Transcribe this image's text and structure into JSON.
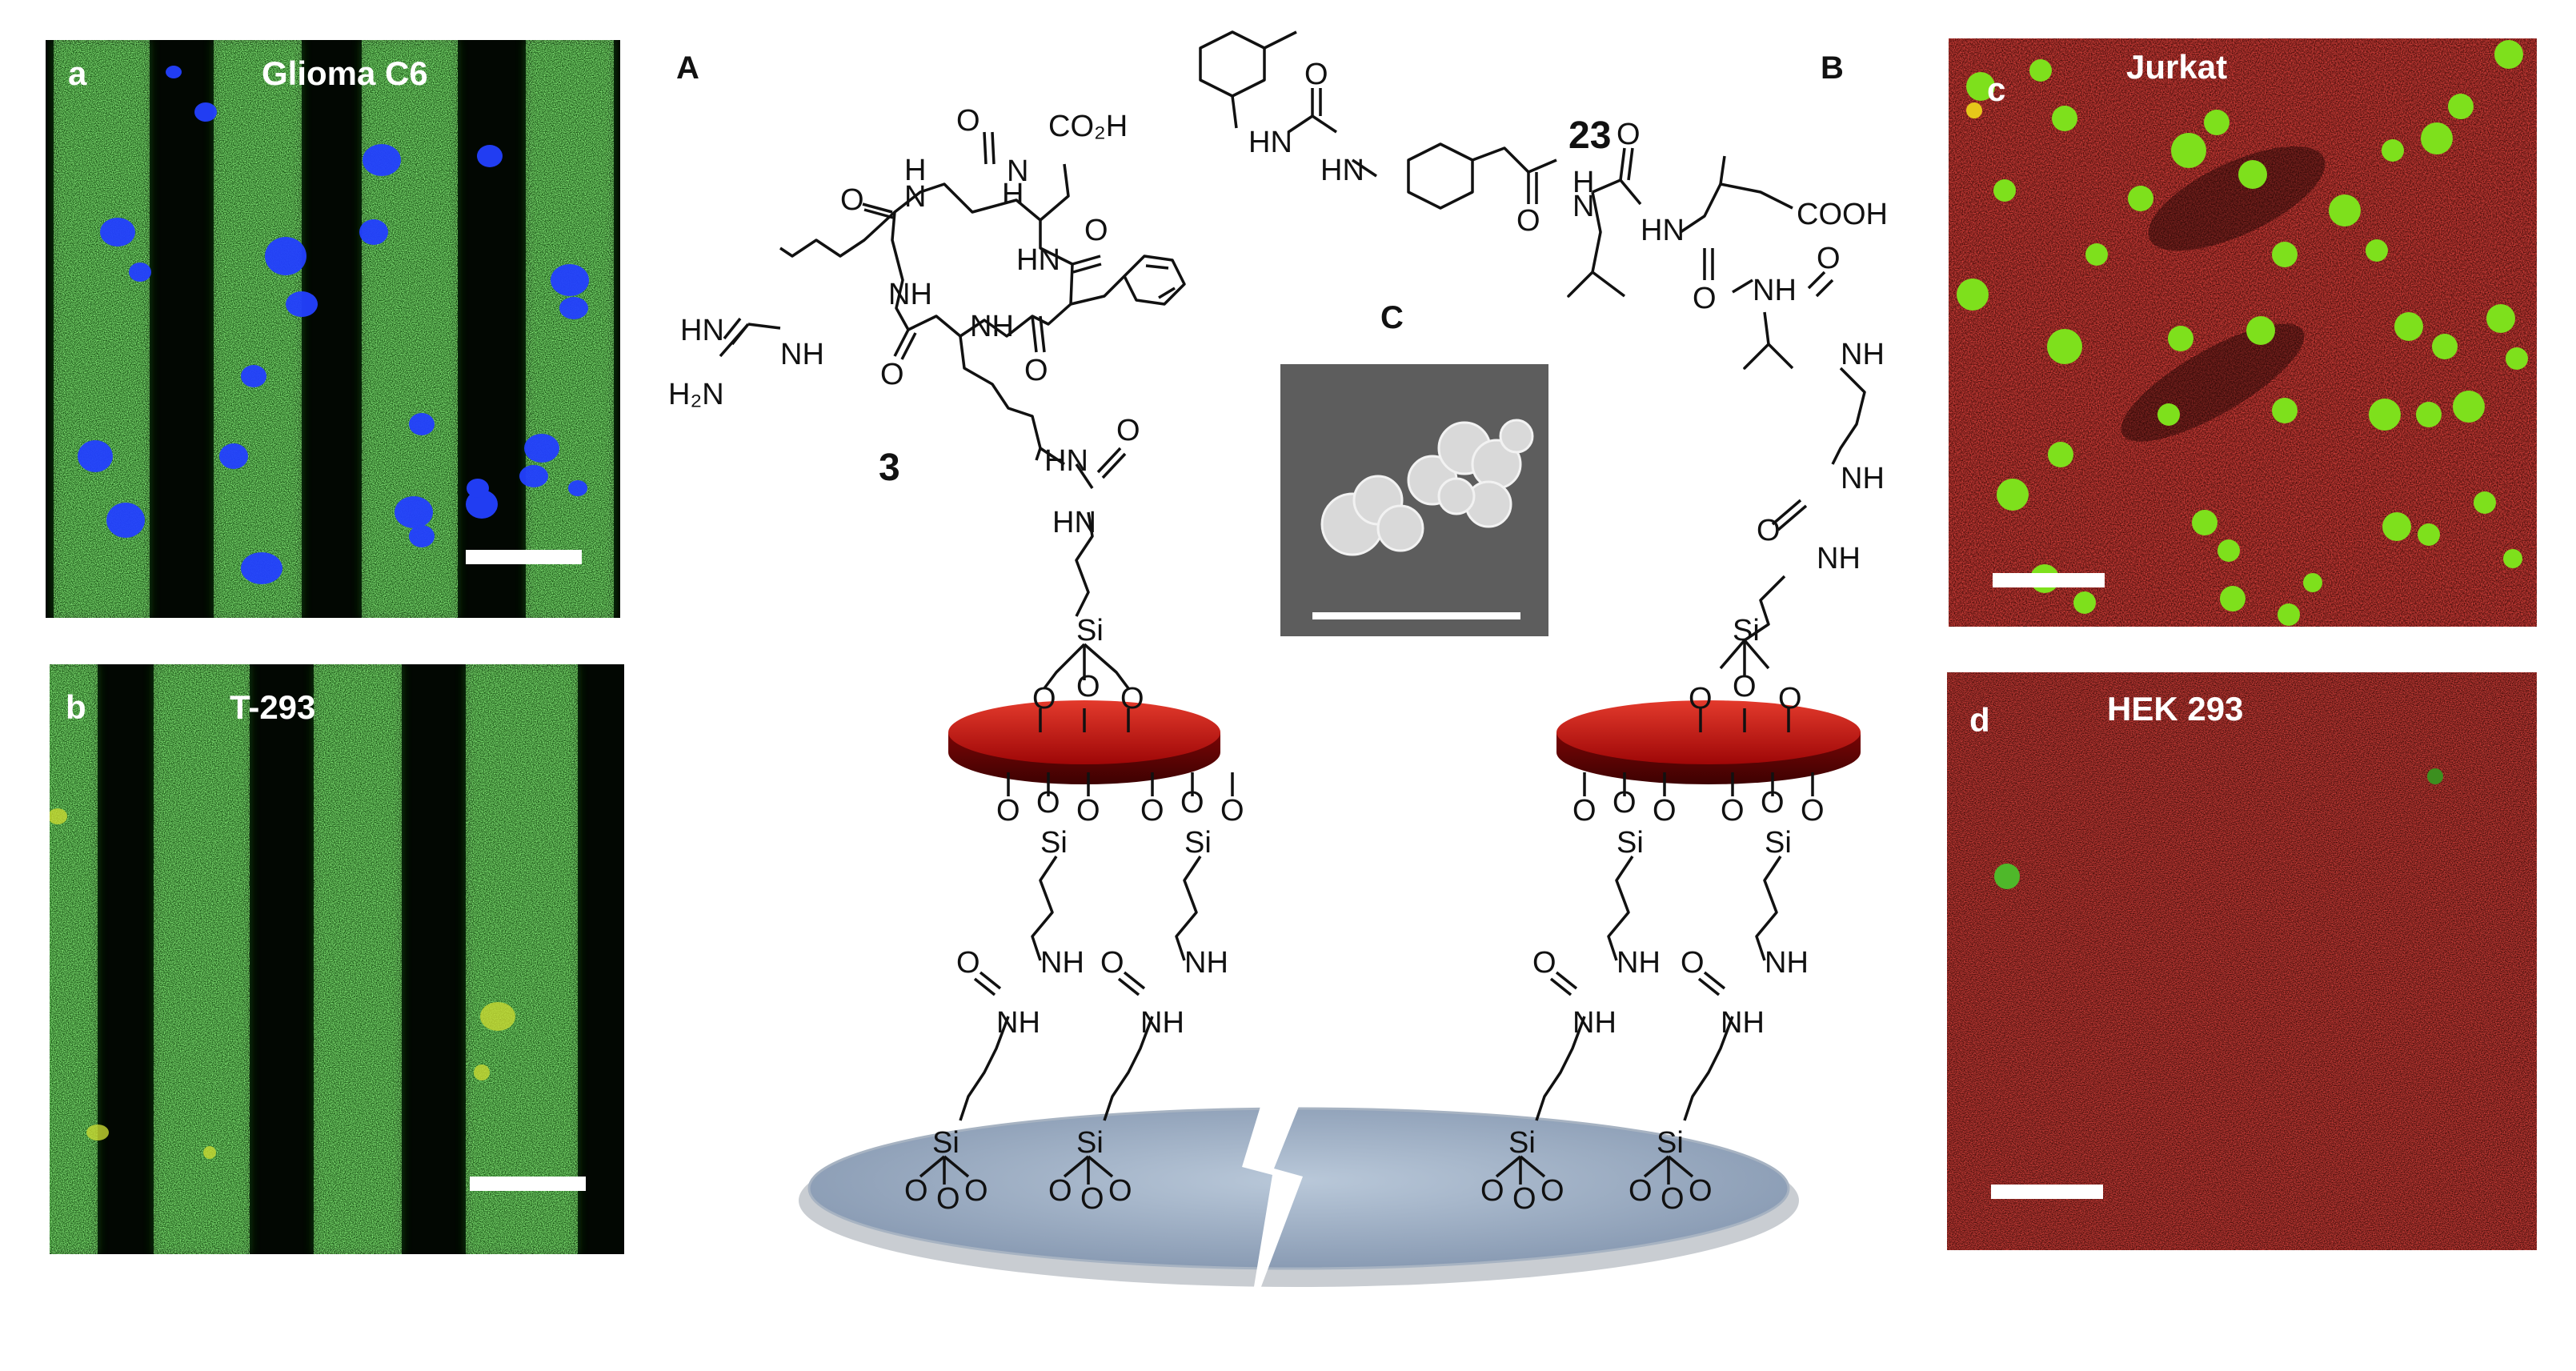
{
  "panels": {
    "a": {
      "letter": "a",
      "title": "Glioma C6"
    },
    "b": {
      "letter": "b",
      "title": "T-293"
    },
    "c": {
      "letter": "c",
      "title": "Jurkat"
    },
    "d": {
      "letter": "d",
      "title": "HEK 293"
    }
  },
  "center": {
    "label_A": "A",
    "label_B": "B",
    "label_C": "C",
    "compound_left": "3",
    "compound_right": "23"
  },
  "chem_labels": {
    "co2h": "CO₂H",
    "cooh": "COOH",
    "hn": "HN",
    "nh": "NH",
    "h": "H",
    "n": "N",
    "o": "O",
    "si": "Si",
    "h2n": "H₂N"
  },
  "colors": {
    "membrane_green": "#3fbf2a",
    "nucleus_blue": "#2340ff",
    "cell_green": "#7ee01c",
    "background_red": "#8a1410",
    "disc_red": "#c40d0d",
    "substrate_blue": "#9fb1c8"
  }
}
